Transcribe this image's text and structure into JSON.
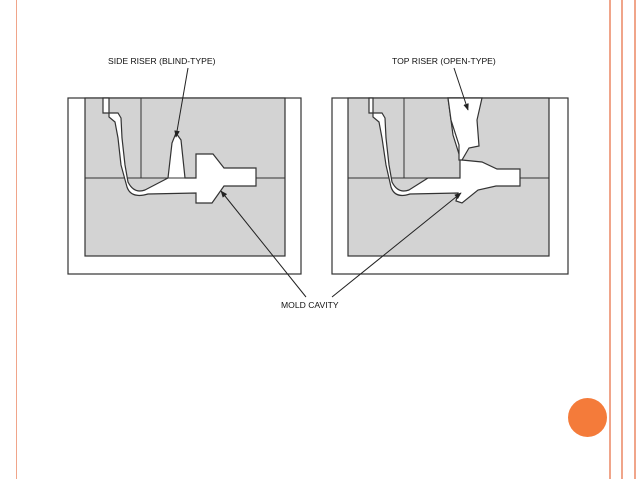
{
  "diagram": {
    "labels": {
      "side_riser": "SIDE RISER (BLIND-TYPE)",
      "top_riser": "TOP RISER (OPEN-TYPE)",
      "mold_cavity": "MOLD CAVITY"
    }
  },
  "theme": {
    "border_color": "#f0a58a",
    "accent_circle": "#f47b3a",
    "sand_fill": "#d3d3d3",
    "cavity_fill": "#ffffff",
    "line_color": "#333333"
  }
}
